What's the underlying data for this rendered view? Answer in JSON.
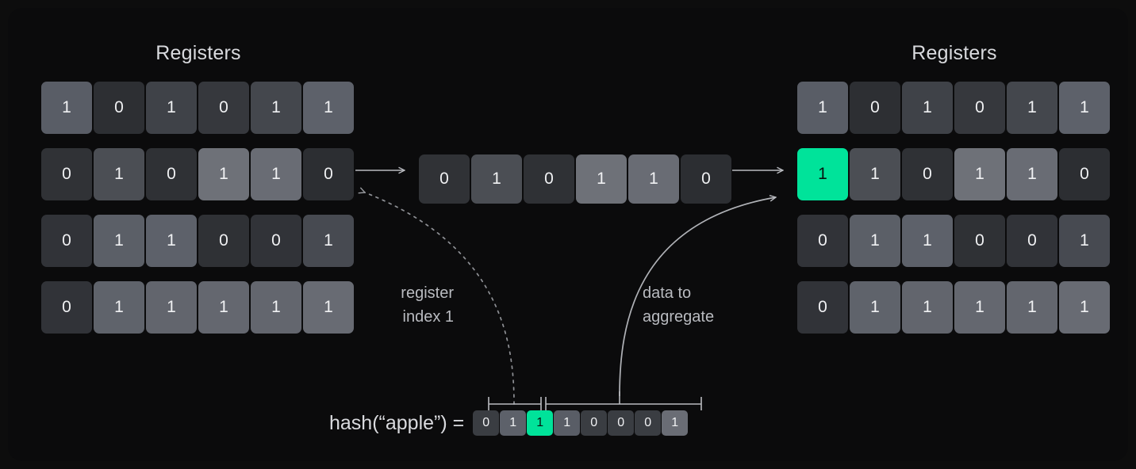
{
  "panel": {
    "background": "#0b0b0c",
    "page_background": "#0d0d0d",
    "accent_green": "#00e39a",
    "text_color": "#d9dade",
    "muted_text_color": "#b9bbc0"
  },
  "left_registers": {
    "title": "Registers",
    "rows": [
      {
        "values": [
          "1",
          "0",
          "1",
          "0",
          "1",
          "1"
        ],
        "shades": [
          "#595d66",
          "#2d2f33",
          "#3f4248",
          "#36383d",
          "#44474d",
          "#5d616a"
        ],
        "highlight": [
          false,
          false,
          false,
          false,
          false,
          false
        ]
      },
      {
        "values": [
          "0",
          "1",
          "0",
          "1",
          "1",
          "0"
        ],
        "shades": [
          "#303236",
          "#4b4e54",
          "#2f3135",
          "#6e7178",
          "#696c74",
          "#2c2e32"
        ],
        "highlight": [
          false,
          false,
          false,
          false,
          false,
          false
        ]
      },
      {
        "values": [
          "0",
          "1",
          "1",
          "0",
          "0",
          "1"
        ],
        "shades": [
          "#313338",
          "#5b5f67",
          "#5d616a",
          "#2f3135",
          "#313338",
          "#474a51"
        ],
        "highlight": [
          false,
          false,
          false,
          false,
          false,
          false
        ]
      },
      {
        "values": [
          "0",
          "1",
          "1",
          "1",
          "1",
          "1"
        ],
        "shades": [
          "#313338",
          "#5f636b",
          "#62656d",
          "#64676f",
          "#63666e",
          "#686b73"
        ],
        "highlight": [
          false,
          false,
          false,
          false,
          false,
          false
        ]
      }
    ]
  },
  "right_registers": {
    "title": "Registers",
    "rows": [
      {
        "values": [
          "1",
          "0",
          "1",
          "0",
          "1",
          "1"
        ],
        "shades": [
          "#595d66",
          "#2d2f33",
          "#3f4248",
          "#36383d",
          "#44474d",
          "#5d616a"
        ],
        "highlight": [
          false,
          false,
          false,
          false,
          false,
          false
        ]
      },
      {
        "values": [
          "1",
          "1",
          "0",
          "1",
          "1",
          "0"
        ],
        "shades": [
          "#00e39a",
          "#4b4e54",
          "#2f3135",
          "#6e7178",
          "#696c74",
          "#2c2e32"
        ],
        "highlight": [
          true,
          false,
          false,
          false,
          false,
          false
        ]
      },
      {
        "values": [
          "0",
          "1",
          "1",
          "0",
          "0",
          "1"
        ],
        "shades": [
          "#313338",
          "#5b5f67",
          "#5d616a",
          "#2f3135",
          "#313338",
          "#474a51"
        ],
        "highlight": [
          false,
          false,
          false,
          false,
          false,
          false
        ]
      },
      {
        "values": [
          "0",
          "1",
          "1",
          "1",
          "1",
          "1"
        ],
        "shades": [
          "#313338",
          "#5f636b",
          "#62656d",
          "#64676f",
          "#63666e",
          "#686b73"
        ],
        "highlight": [
          false,
          false,
          false,
          false,
          false,
          false
        ]
      }
    ]
  },
  "selected_register_row": {
    "values": [
      "0",
      "1",
      "0",
      "1",
      "1",
      "0"
    ],
    "shades": [
      "#303236",
      "#4b4e54",
      "#2f3135",
      "#6e7178",
      "#696c74",
      "#2c2e32"
    ]
  },
  "annotations": {
    "register_index_label": "register\nindex 1",
    "data_to_aggregate_label": "data to\naggregate"
  },
  "hash": {
    "label": "hash(“apple”) =",
    "bits": [
      {
        "value": "0",
        "shade": "#3a3d42",
        "highlight": false
      },
      {
        "value": "1",
        "shade": "#5d616a",
        "highlight": false
      },
      {
        "value": "1",
        "shade": "#00e39a",
        "highlight": true
      },
      {
        "value": "1",
        "shade": "#595d66",
        "highlight": false
      },
      {
        "value": "0",
        "shade": "#3a3d42",
        "highlight": false
      },
      {
        "value": "0",
        "shade": "#3a3d42",
        "highlight": false
      },
      {
        "value": "0",
        "shade": "#3a3d42",
        "highlight": false
      },
      {
        "value": "1",
        "shade": "#6a6d75",
        "highlight": false
      }
    ]
  }
}
